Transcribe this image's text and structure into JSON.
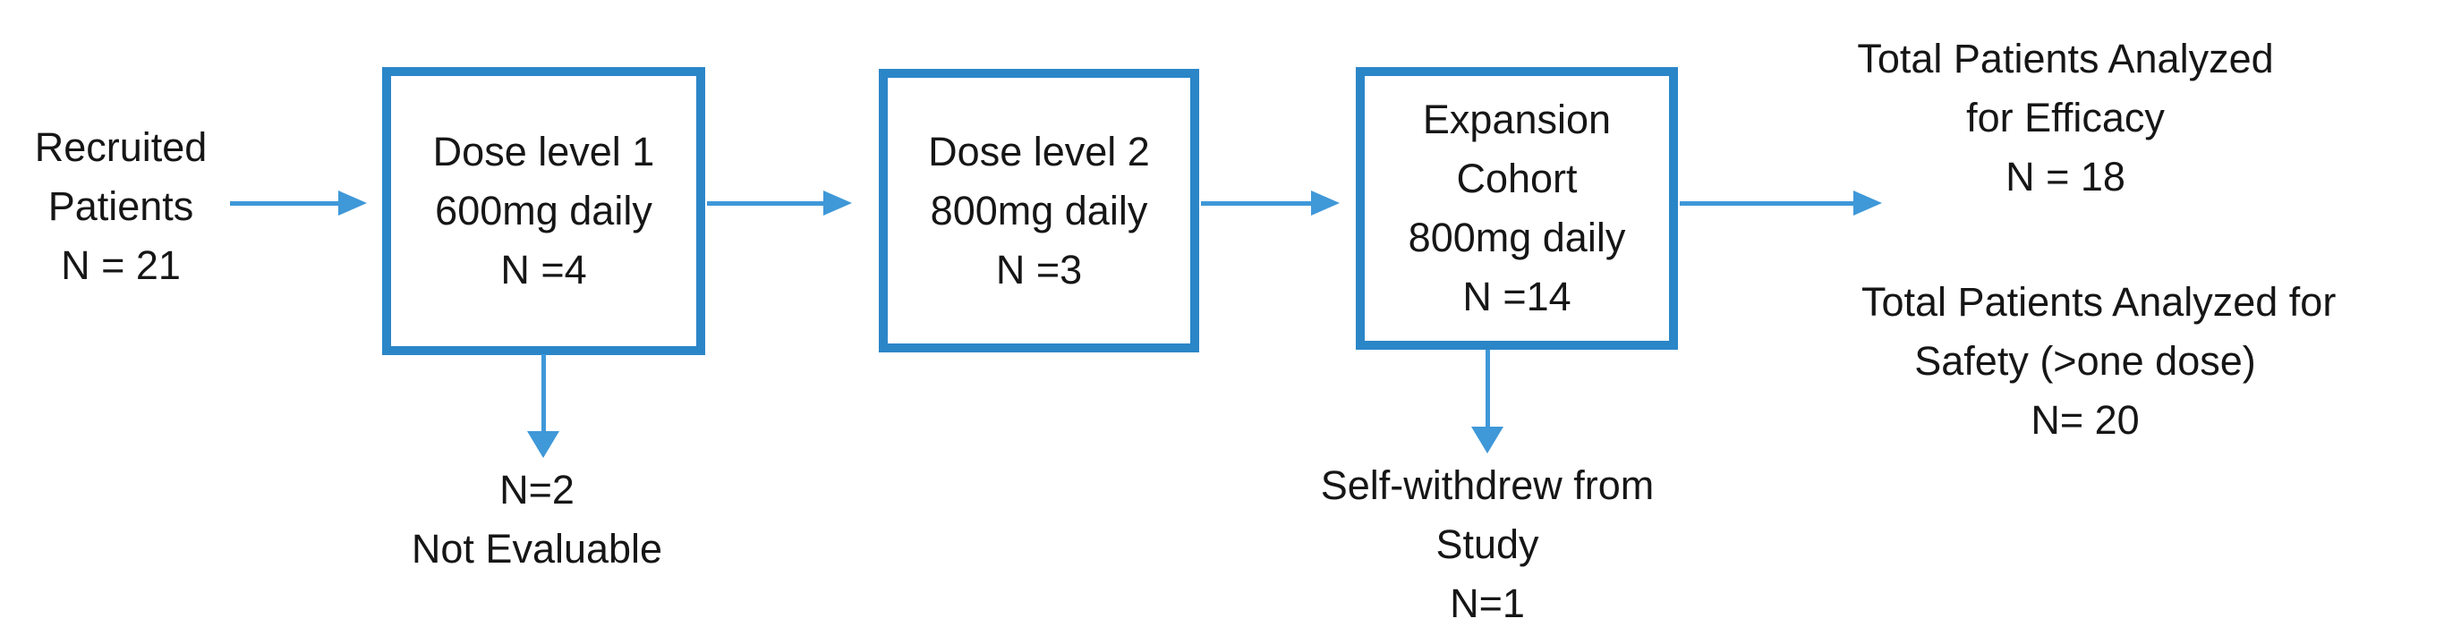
{
  "title": "Patient flow diagram",
  "colors": {
    "box_border": "#2b86c8",
    "arrow": "#3f98d8",
    "text": "#161616",
    "background": "#ffffff"
  },
  "nodes": {
    "recruited": {
      "line1": "Recruited",
      "line2": "Patients",
      "line3": "N = 21"
    },
    "dose1": {
      "line1": "Dose level 1",
      "line2": "600mg daily",
      "line3": "N =4"
    },
    "dose2": {
      "line1": "Dose level 2",
      "line2": "800mg daily",
      "line3": "N =3"
    },
    "expansion": {
      "line1": "Expansion",
      "line2": "Cohort",
      "line3": "800mg daily",
      "line4": "N =14"
    },
    "efficacy": {
      "line1": "Total Patients Analyzed",
      "line2": "for Efficacy",
      "line3": "N = 18"
    },
    "safety": {
      "line1": "Total Patients Analyzed for",
      "line2": "Safety (>one dose)",
      "line3": "N= 20"
    },
    "not_evaluable": {
      "line1": "N=2",
      "line2": "Not Evaluable"
    },
    "withdrew": {
      "line1": "Self-withdrew from",
      "line2": "Study",
      "line3": "N=1"
    }
  },
  "arrows": {
    "recruited_to_dose1": "right",
    "dose1_to_dose2": "right",
    "dose2_to_expansion": "right",
    "expansion_to_analysis": "right",
    "dose1_to_not_evaluable": "down",
    "expansion_to_withdrew": "down"
  }
}
